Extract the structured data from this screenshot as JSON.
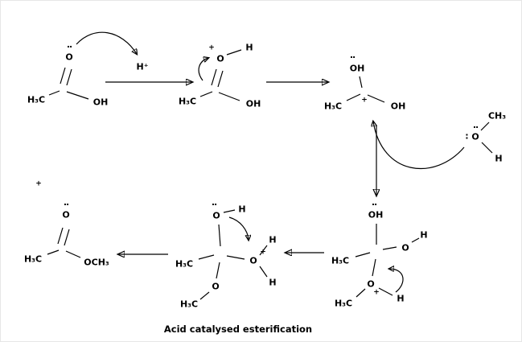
{
  "caption": "Acid catalysed esterification",
  "proton": "H⁺",
  "s1": {
    "lp": "··",
    "o": "O",
    "ch3": "H₃C",
    "oh": "OH"
  },
  "s2": {
    "plus": "+",
    "o": "O",
    "h": "H",
    "ch3": "H₃C",
    "oh": "OH"
  },
  "s3": {
    "lp": "··",
    "oh_top": "OH",
    "ch3": "H₃C",
    "plus": "+",
    "oh_right": "OH"
  },
  "meoh": {
    "lp_top": "··",
    "lp_left": ":",
    "o": "O",
    "ch3": "CH₃",
    "h": "H"
  },
  "s4": {
    "lp": "··",
    "oh_top": "OH",
    "ch3": "H₃C",
    "o_right": "O",
    "h_right": "H",
    "o_bottom": "O",
    "plus": "+",
    "ch3_bottom": "H₃C",
    "h_bottom": "H"
  },
  "s5": {
    "lp": "··",
    "o_top": "O",
    "h_top": "H",
    "ch3": "H₃C",
    "o_right": "O",
    "plus": "+",
    "h_right_top": "H",
    "h_right_bottom": "H",
    "o_bottom": "O",
    "ch3_bottom": "H₃C"
  },
  "s6": {
    "plus": "+",
    "lp": "··",
    "o": "O",
    "ch3": "H₃C",
    "och3": "OCH₃"
  }
}
